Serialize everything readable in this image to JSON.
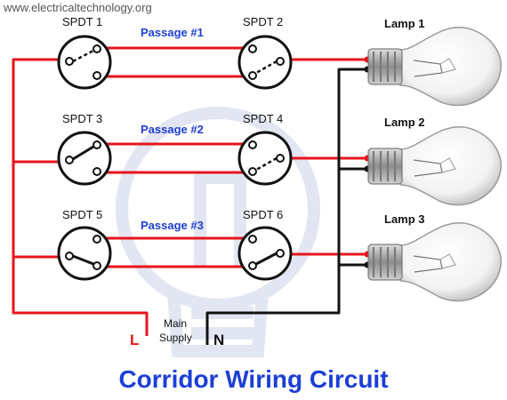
{
  "site_url": "www.electricaltechnology.org",
  "title": "Corridor Wiring Circuit",
  "switches": [
    "SPDT 1",
    "SPDT 2",
    "SPDT 3",
    "SPDT 4",
    "SPDT 5",
    "SPDT 6"
  ],
  "passages": [
    "Passage #1",
    "Passage #2",
    "Passage #3"
  ],
  "lamps": [
    "Lamp 1",
    "Lamp 2",
    "Lamp 3"
  ],
  "supply": {
    "line1": "Main",
    "line2": "Supply",
    "live": "L",
    "neutral": "N"
  },
  "colors": {
    "live_wire": "#e8141b",
    "neutral_wire": "#111111",
    "label_blue": "#1d3fd6",
    "watermark": "#dfe3f1"
  },
  "icons": [
    "spdt-switch-icon",
    "light-bulb-icon",
    "bulb-watermark-icon"
  ]
}
